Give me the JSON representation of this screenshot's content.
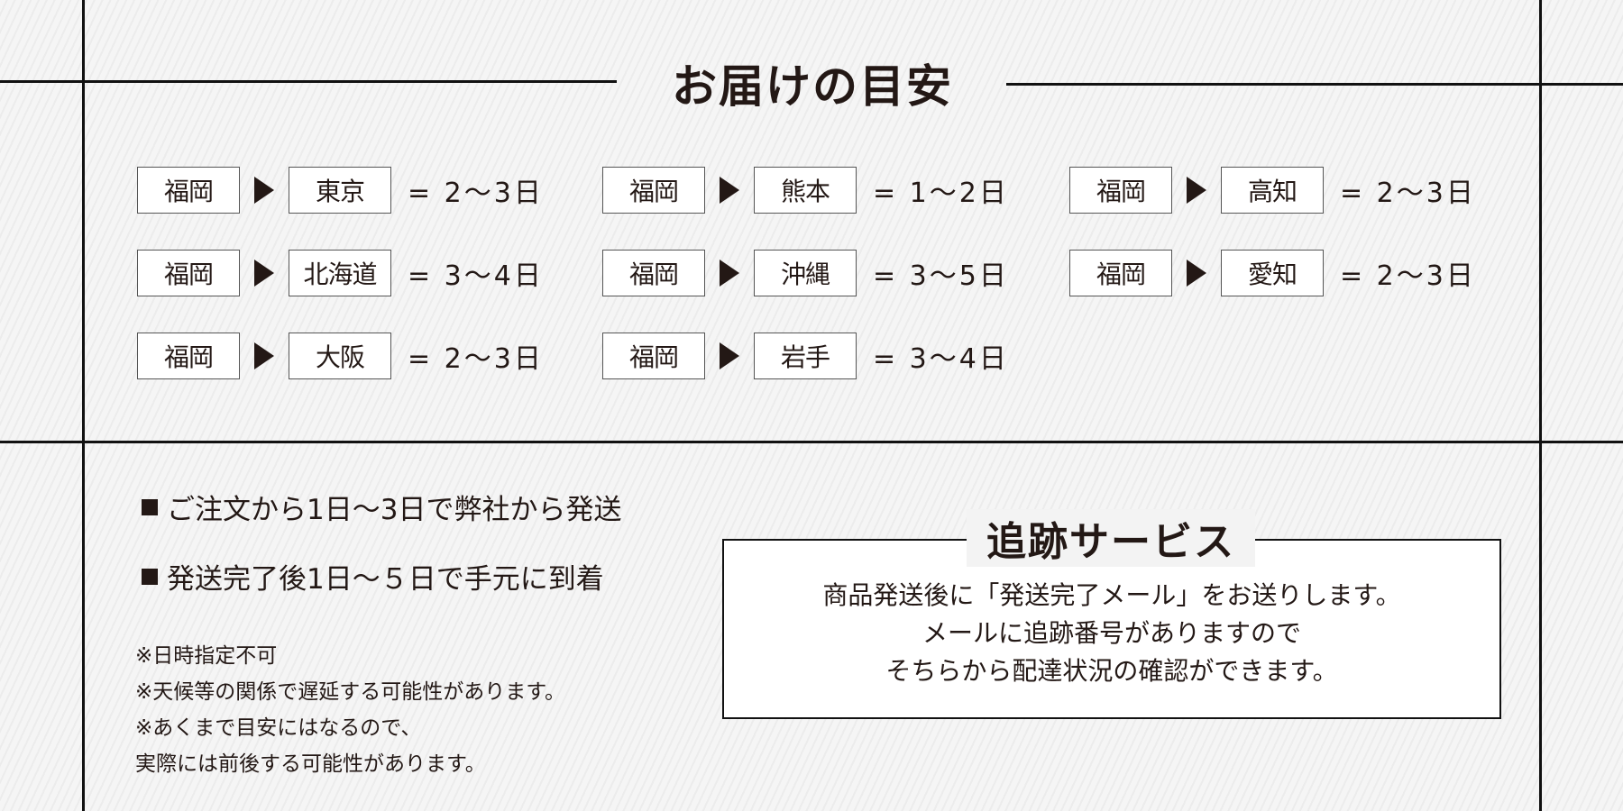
{
  "title": "お届けの目安",
  "routes": [
    {
      "from": "福岡",
      "to": "東京",
      "days": "= 2〜3日"
    },
    {
      "from": "福岡",
      "to": "熊本",
      "days": "= 1〜2日"
    },
    {
      "from": "福岡",
      "to": "高知",
      "days": "= 2〜3日"
    },
    {
      "from": "福岡",
      "to": "北海道",
      "days": "= 3〜4日"
    },
    {
      "from": "福岡",
      "to": "沖縄",
      "days": "= 3〜5日"
    },
    {
      "from": "福岡",
      "to": "愛知",
      "days": "= 2〜3日"
    },
    {
      "from": "福岡",
      "to": "大阪",
      "days": "= 2〜3日"
    },
    {
      "from": "福岡",
      "to": "岩手",
      "days": "= 3〜4日"
    }
  ],
  "bullets": [
    "ご注文から1日〜3日で弊社から発送",
    "発送完了後1日〜５日で手元に到着"
  ],
  "notes": [
    "※日時指定不可",
    "※天候等の関係で遅延する可能性があります。",
    "※あくまで目安にはなるので、",
    "実際には前後する可能性があります。"
  ],
  "tracking": {
    "title": "追跡サービス",
    "lines": [
      "商品発送後に「発送完了メール」をお送りします。",
      "メールに追跡番号がありますので",
      "そちらから配達状況の確認ができます。"
    ]
  }
}
